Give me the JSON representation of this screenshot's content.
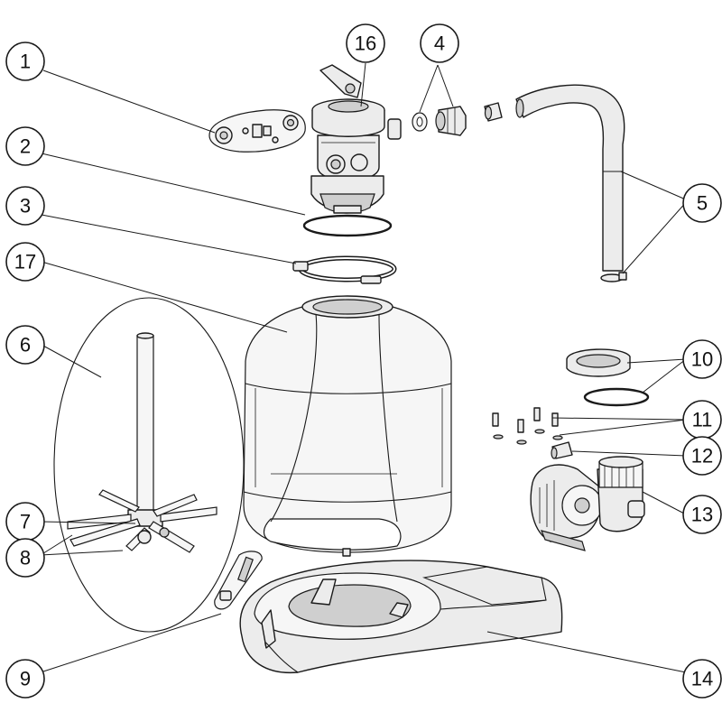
{
  "diagram": {
    "type": "exploded-parts-diagram",
    "callouts": [
      {
        "id": "c1",
        "label": "1"
      },
      {
        "id": "c2",
        "label": "2"
      },
      {
        "id": "c3",
        "label": "3"
      },
      {
        "id": "c4",
        "label": "4"
      },
      {
        "id": "c5",
        "label": "5"
      },
      {
        "id": "c6",
        "label": "6"
      },
      {
        "id": "c7",
        "label": "7"
      },
      {
        "id": "c8",
        "label": "8"
      },
      {
        "id": "c9",
        "label": "9"
      },
      {
        "id": "c10",
        "label": "10"
      },
      {
        "id": "c11",
        "label": "11"
      },
      {
        "id": "c12",
        "label": "12"
      },
      {
        "id": "c13",
        "label": "13"
      },
      {
        "id": "c14",
        "label": "14"
      },
      {
        "id": "c16",
        "label": "16"
      },
      {
        "id": "c17",
        "label": "17"
      }
    ]
  }
}
